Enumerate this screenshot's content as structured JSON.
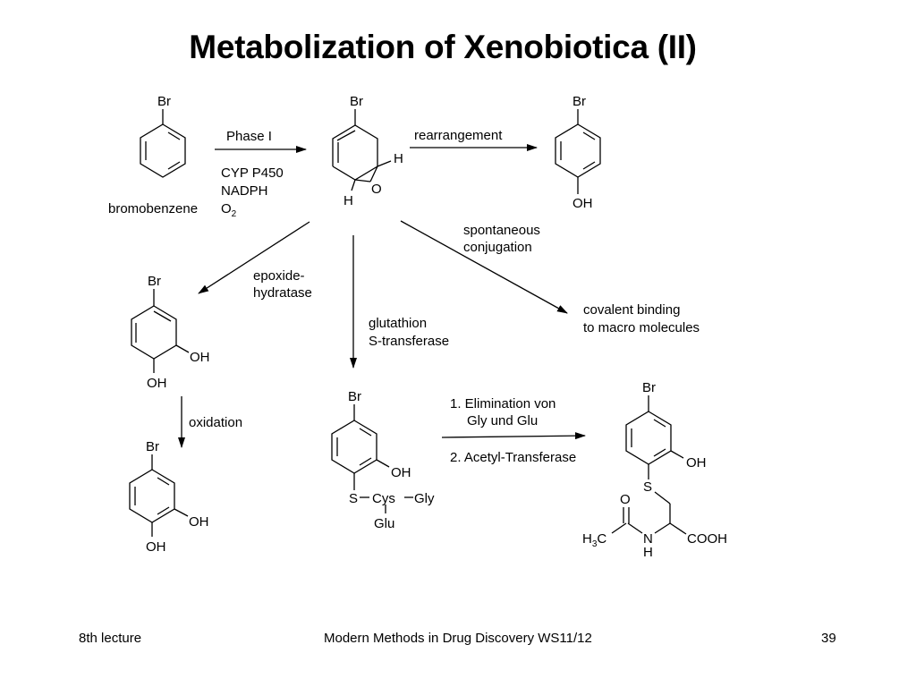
{
  "slide": {
    "title": "Metabolization of Xenobiotica (II)",
    "footer_left": "8th lecture",
    "footer_center": "Modern Methods in Drug Discovery WS11/12",
    "footer_right": "39"
  },
  "labels": {
    "bromobenzene": "bromobenzene",
    "phase1": "Phase I",
    "cyp": "CYP P450",
    "nadph": "NADPH",
    "o2_main": "O",
    "o2_sub": "2",
    "rearrangement": "rearrangement",
    "spontaneous": "spontaneous",
    "conjugation": "conjugation",
    "epoxide": "epoxide-",
    "hydratase": "hydratase",
    "glutathion": "glutathion",
    "stransferase": "S-transferase",
    "covalent": "covalent binding",
    "macro": "to macro molecules",
    "oxidation": "oxidation",
    "elim1": "1. Elimination von",
    "elim2": "Gly und Glu",
    "acetyl": "2. Acetyl-Transferase"
  },
  "atoms": {
    "br": "Br",
    "oh": "OH",
    "h": "H",
    "o": "O",
    "s": "S",
    "cys": "Cys",
    "gly": "Gly",
    "glu": "Glu",
    "c_letter": "C",
    "three": "3",
    "n": "N",
    "cooh": "COOH"
  }
}
